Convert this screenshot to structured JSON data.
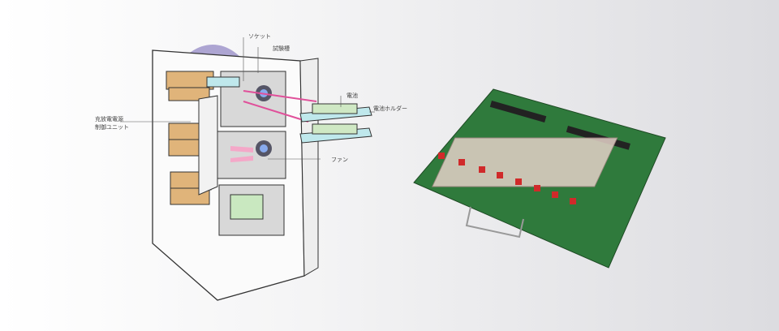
{
  "labels": {
    "socket": "ソケット",
    "chamber": "試験槽",
    "battery": "電池",
    "battery_holder": "電池ホルダー",
    "control_unit_line1": "充放電電源",
    "control_unit_line2": "制御ユニット",
    "fan": "ファン"
  },
  "colors": {
    "purple_bg": "#9a90c8",
    "tray": "#e0b47a",
    "pcb": "#2f7a3c",
    "arrow": "#e0509a"
  }
}
